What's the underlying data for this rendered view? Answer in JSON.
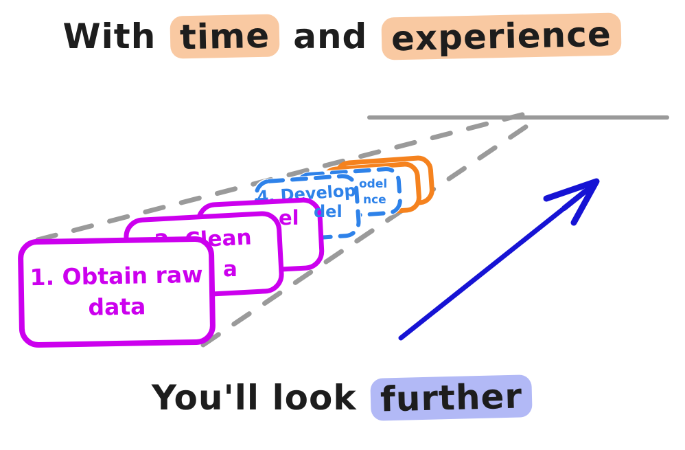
{
  "title": {
    "part1": "With",
    "highlight1": "time",
    "part2": "and",
    "highlight2": "experience"
  },
  "footer": {
    "part1": "You'll look",
    "highlight": "further"
  },
  "cards": {
    "card1": {
      "line1": "1. Obtain raw",
      "line2": "data"
    },
    "card2": {
      "label": "2. Clean",
      "fragment": "a"
    },
    "card3": {
      "fragment": "el"
    },
    "card4": {
      "label": "4. Develop",
      "fragment": "del"
    },
    "card5": {
      "fragment1": "odel",
      "fragment2": "nce"
    }
  },
  "colors": {
    "ink": "#1d1d1d",
    "magenta": "#cc00ee",
    "card_blue": "#2e82e9",
    "orange": "#f5821e",
    "arrow_blue": "#1613d4",
    "gray": "#9a9a9a",
    "peach": "#f9c9a2",
    "periwinkle": "#b2b9f6"
  }
}
